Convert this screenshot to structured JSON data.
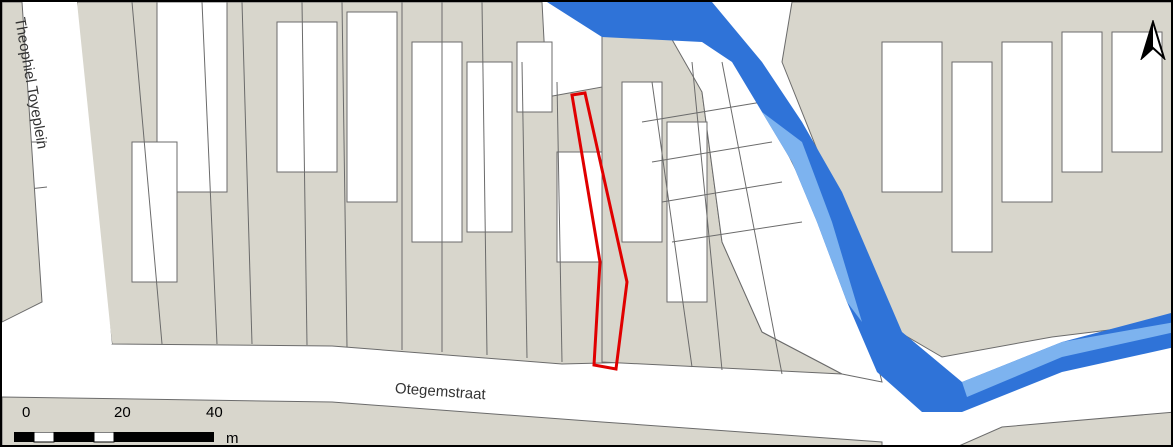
{
  "map": {
    "streets": {
      "otegemstraat": "Otegemstraat",
      "theophiel": "Theophiel Toyeplein"
    },
    "scale": {
      "ticks": [
        "0",
        "20",
        "40"
      ],
      "unit": "m"
    },
    "north_arrow": "north-arrow-icon",
    "colors": {
      "building": "#d8d6cc",
      "parcel_line": "#6b6b6b",
      "water_dark": "#2f73d8",
      "water_light": "#7db3ef",
      "highlight": "#e00000",
      "street": "#ffffff"
    }
  }
}
